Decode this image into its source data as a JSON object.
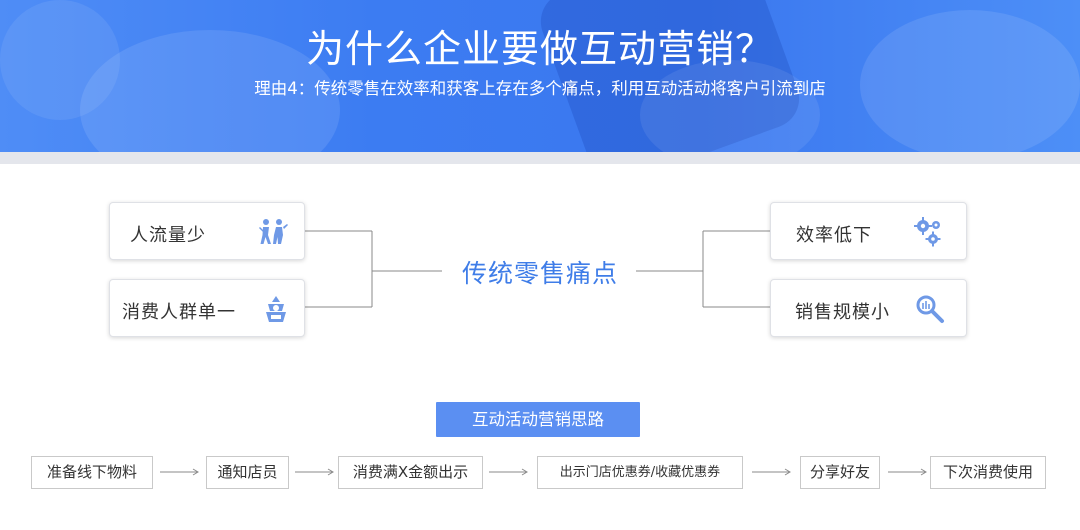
{
  "header": {
    "title": "为什么企业要做互动营销？",
    "subtitle": "理由4：传统零售在效率和获客上存在多个痛点，利用互动活动将客户引流到店"
  },
  "diagram": {
    "center": "传统零售痛点",
    "left": [
      {
        "label": "人流量少",
        "icon": "people-icon"
      },
      {
        "label": "消费人群单一",
        "icon": "person-badge-icon"
      }
    ],
    "right": [
      {
        "label": "效率低下",
        "icon": "gears-icon"
      },
      {
        "label": "销售规模小",
        "icon": "magnifier-icon"
      }
    ]
  },
  "flow": {
    "title": "互动活动营销思路",
    "steps": [
      "准备线下物料",
      "通知店员",
      "消费满X金额出示",
      "出示门店优惠券/收藏优惠券",
      "分享好友",
      "下次消费使用"
    ]
  },
  "colors": {
    "header_blue": "#3c7cf2",
    "accent_blue": "#3f7de8",
    "button_blue": "#5b8ff2",
    "icon_blue": "#6f99e6",
    "line_gray": "#8a8a8a"
  }
}
